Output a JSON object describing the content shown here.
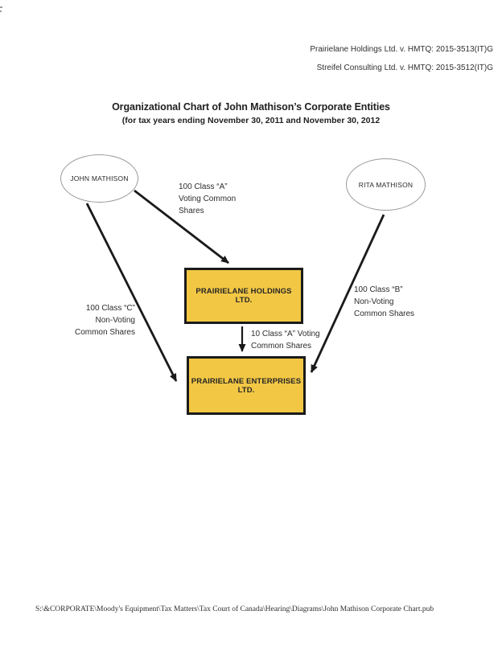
{
  "page": {
    "citations": [
      "Prairielane Holdings Ltd. v. HMTQ: 2015-3513(IT)G",
      "Streifel Consulting Ltd. v. HMTQ: 2015-3512(IT)G"
    ],
    "title": "Organizational Chart of John Mathison’s Corporate Entities",
    "subtitle": "(for tax years ending November 30, 2011 and November 30, 2012",
    "footer_path": "S:\\&CORPORATE\\Moody's Equipment\\Tax Matters\\Tax Court of Canada\\Hearing\\Diagrams\\John Mathison Corporate Chart.pub"
  },
  "diagram": {
    "nodes": {
      "john": {
        "label": "JOHN MATHISON",
        "shape": "ellipse"
      },
      "rita": {
        "label": "RITA MATHISON",
        "shape": "ellipse"
      },
      "holdings": {
        "label": "PRAIRIELANE HOLDINGS LTD.",
        "shape": "rect"
      },
      "enterprises": {
        "label": "PRAIRIELANE ENTERPRISES LTD.",
        "shape": "rect"
      }
    },
    "edges": [
      {
        "from": "john",
        "to": "holdings",
        "label_lines": [
          "100 Class “A”",
          "Voting Common",
          "Shares"
        ]
      },
      {
        "from": "rita",
        "to": "enterprises",
        "label_lines": [
          "100 Class “B”",
          "Non-Voting",
          "Common Shares"
        ]
      },
      {
        "from": "john",
        "to": "enterprises",
        "label_lines": [
          "100 Class “C”",
          "Non-Voting",
          "Common Shares"
        ]
      },
      {
        "from": "holdings",
        "to": "enterprises",
        "label_lines": [
          "10 Class “A” Voting",
          "Common Shares"
        ]
      }
    ],
    "colors": {
      "box_fill": "#F2C744",
      "box_border": "#1b1b1b",
      "ellipse_border": "#9a9a9a",
      "arrow": "#1a1a1a"
    }
  }
}
